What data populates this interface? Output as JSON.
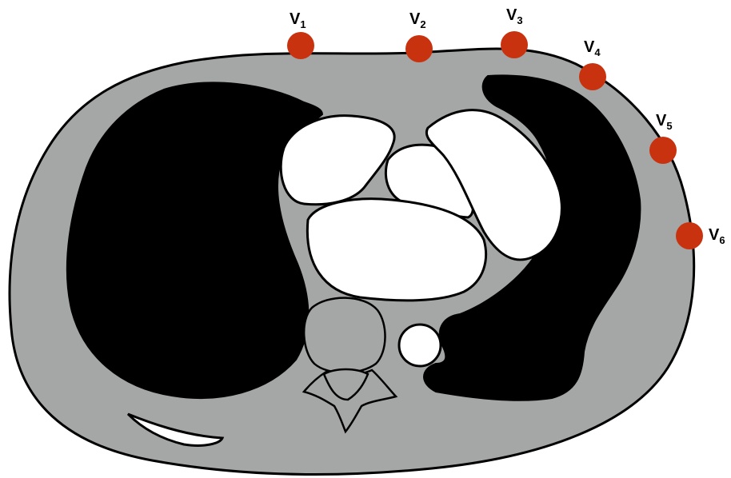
{
  "colors": {
    "torso": "#a5a7a6",
    "lungs": "#000000",
    "organs": "#ffffff",
    "electrode": "#c8320f"
  },
  "leads": [
    {
      "letter": "V",
      "sub": "1"
    },
    {
      "letter": "V",
      "sub": "2"
    },
    {
      "letter": "V",
      "sub": "3"
    },
    {
      "letter": "V",
      "sub": "4"
    },
    {
      "letter": "V",
      "sub": "5"
    },
    {
      "letter": "V",
      "sub": "6"
    }
  ]
}
